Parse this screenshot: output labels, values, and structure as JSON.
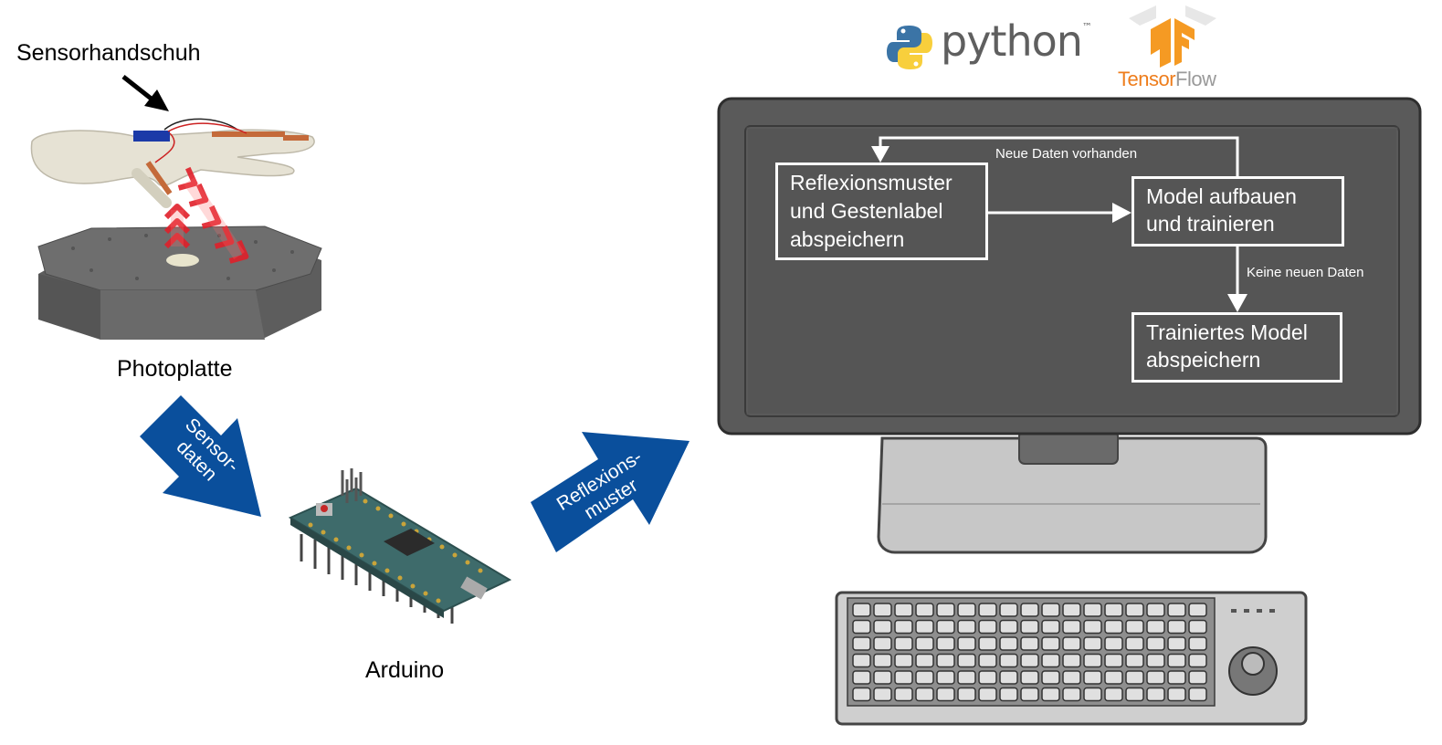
{
  "labels": {
    "glove": "Sensorhandschuh",
    "plate": "Photoplatte",
    "arduino": "Arduino"
  },
  "arrows": {
    "sensor_data_line1": "Sensor-",
    "sensor_data_line2": "daten",
    "reflex_line1": "Reflexions-",
    "reflex_line2": "muster"
  },
  "logos": {
    "python": "python",
    "python_tm": "™",
    "tf_part1": "Tensor",
    "tf_part2": "Flow"
  },
  "flow": {
    "box1_line1": "Reflexionsmuster",
    "box1_line2": "und Gestenlabel",
    "box1_line3": "abspeichern",
    "box2_line1": "Model aufbauen",
    "box2_line2": "und trainieren",
    "box3_line1": "Trainiertes Model",
    "box3_line2": "abspeichern",
    "loop_label": "Neue Daten vorhanden",
    "down_label": "Keine neuen Daten"
  },
  "colors": {
    "arrow_blue": "#0a4f9c",
    "monitor_body": "#5a5a5a",
    "screen": "#555555",
    "glow_red": "#e0202a",
    "python_blue": "#3b74a6",
    "python_yellow": "#f8cf3c",
    "tf_orange": "#f59a23"
  }
}
